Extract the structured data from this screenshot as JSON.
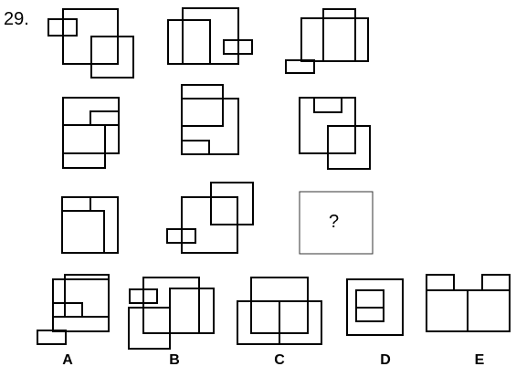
{
  "question": {
    "number": "29."
  },
  "grid": {
    "missing_cell_text": "?"
  },
  "options": [
    {
      "label": "A"
    },
    {
      "label": "B"
    },
    {
      "label": "C"
    },
    {
      "label": "D"
    },
    {
      "label": "E"
    }
  ],
  "colors": {
    "stroke": "#000000",
    "missing_cell_border": "#333333",
    "background": "#ffffff"
  }
}
